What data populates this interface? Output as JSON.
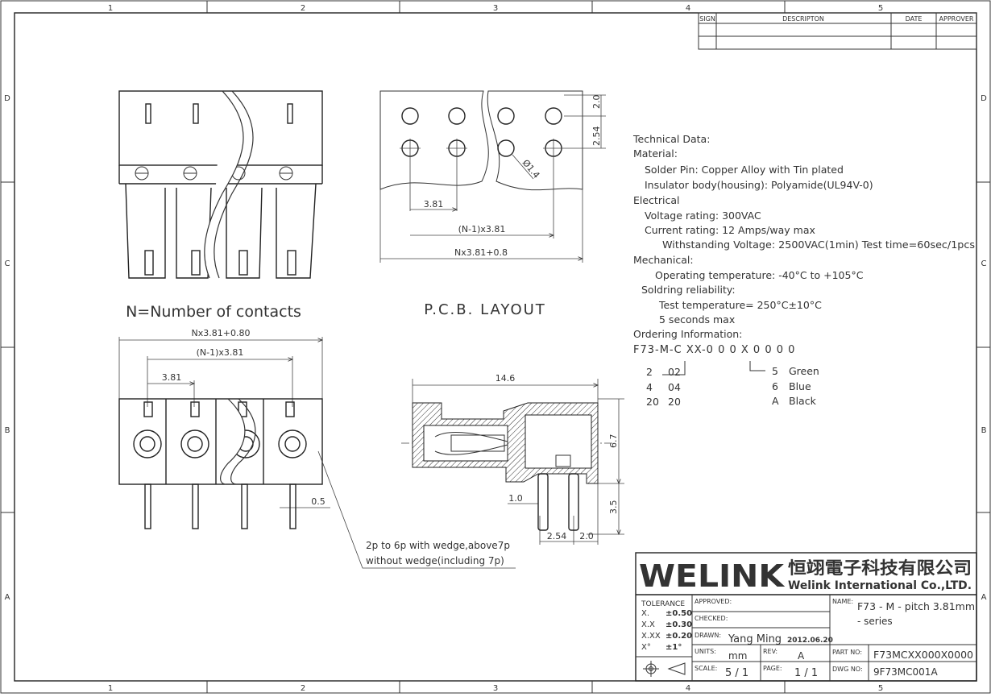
{
  "border": {
    "columns": [
      "1",
      "2",
      "3",
      "4",
      "5"
    ],
    "rows": [
      "D",
      "C",
      "B",
      "A"
    ]
  },
  "revision_table": {
    "headers": {
      "sign": "SIGN",
      "description": "DESCRIPTON",
      "date": "DATE",
      "approver": "APPROVER"
    }
  },
  "views": {
    "front_caption": "N=Number of contacts",
    "pcb_caption": "P.C.B. LAYOUT",
    "pcb_dims": {
      "d1": "2.0",
      "d2": "2.54",
      "hole": "Ø1.4",
      "pitch": "3.81",
      "span": "(N-1)x3.81",
      "total": "Nx3.81+0.8"
    },
    "bottom_dims": {
      "total": "Nx3.81+0.80",
      "span": "(N-1)x3.81",
      "pitch": "3.81",
      "pin": "0.5"
    },
    "side_dims": {
      "length": "14.6",
      "height": "6.7",
      "pin_len": "3.5",
      "pin_off": "1.0",
      "pin_pitch": "2.54",
      "pin_edge": "2.0"
    },
    "wedge_note_1": "2p to 6p with wedge,above7p",
    "wedge_note_2": "without wedge(including 7p)"
  },
  "tech": {
    "lines": [
      "Technical Data:",
      "Material:",
      "Solder Pin: Copper Alloy with Tin plated",
      "Insulator body(housing): Polyamide(UL94V-0)",
      "Electrical",
      "Voltage rating: 300VAC",
      "Current rating: 12 Amps/way max",
      "Withstanding Voltage: 2500VAC(1min) Test time=60sec/1pcs",
      "Mechanical:",
      "Operating temperature: -40°C to +105°C",
      "Soldring reliability:",
      "Test temperature= 250°C±10°C",
      "5 seconds max",
      "Ordering Information:"
    ],
    "order_code": "F73-M-C XX-0 0 0 X 0 0 0 0",
    "left_rows": [
      [
        "2",
        "02"
      ],
      [
        "4",
        "04"
      ],
      [
        "20",
        "20"
      ]
    ],
    "right_rows": [
      [
        "5",
        "Green"
      ],
      [
        "6",
        "Blue"
      ],
      [
        "A",
        "Black"
      ]
    ]
  },
  "title_block": {
    "brand": "WELINK",
    "company_cn": "恒翊電子科技有限公司",
    "company_en": "Welink International Co.,LTD.",
    "tolerance_label": "TOLERANCE",
    "tolerances": [
      [
        "X.",
        "±0.50"
      ],
      [
        "X.X",
        "±0.30"
      ],
      [
        "X.XX",
        "±0.20"
      ],
      [
        "X°",
        "±1°"
      ]
    ],
    "approved_label": "APPROVED:",
    "checked_label": "CHECKED:",
    "drawn_label": "DRAWN:",
    "drawn_by": "Yang Ming",
    "drawn_date": "2012.06.20",
    "units_label": "UNITS:",
    "units": "mm",
    "rev_label": "REV:",
    "rev": "A",
    "scale_label": "SCALE:",
    "scale": "5 / 1",
    "page_label": "PAGE:",
    "page": "1 / 1",
    "name_label": "NAME:",
    "name_1": "F73 - M - pitch 3.81mm",
    "name_2": "- series",
    "part_no_label": "PART NO:",
    "part_no": "F73MCXX000X0000",
    "dwg_no_label": "DWG NO:",
    "dwg_no": "9F73MC001A"
  }
}
